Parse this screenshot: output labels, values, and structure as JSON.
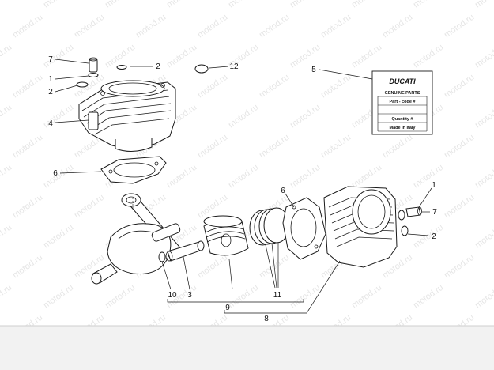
{
  "watermark": "motod.ru",
  "colors": {
    "ink": "#1a1a1a",
    "paper": "#ffffff",
    "watermark": "#e6e6e6",
    "band": "#f2f2f2"
  },
  "callouts": [
    {
      "id": "c7a",
      "text": "7"
    },
    {
      "id": "c2a",
      "text": "2"
    },
    {
      "id": "c1a",
      "text": "1"
    },
    {
      "id": "c2b",
      "text": "2"
    },
    {
      "id": "c12",
      "text": "12"
    },
    {
      "id": "c4",
      "text": "4"
    },
    {
      "id": "c5",
      "text": "5"
    },
    {
      "id": "c6a",
      "text": "6"
    },
    {
      "id": "c6b",
      "text": "6"
    },
    {
      "id": "c1b",
      "text": "1"
    },
    {
      "id": "c7b",
      "text": "7"
    },
    {
      "id": "c2c",
      "text": "2"
    },
    {
      "id": "c10",
      "text": "10"
    },
    {
      "id": "c3",
      "text": "3"
    },
    {
      "id": "c11",
      "text": "11"
    },
    {
      "id": "c9",
      "text": "9"
    },
    {
      "id": "c8",
      "text": "8"
    }
  ],
  "card": {
    "brand": "DUCATI",
    "title": "GENUINE PARTS",
    "rows": [
      "Part - code #",
      "Quantity #",
      "Made in Italy"
    ]
  }
}
